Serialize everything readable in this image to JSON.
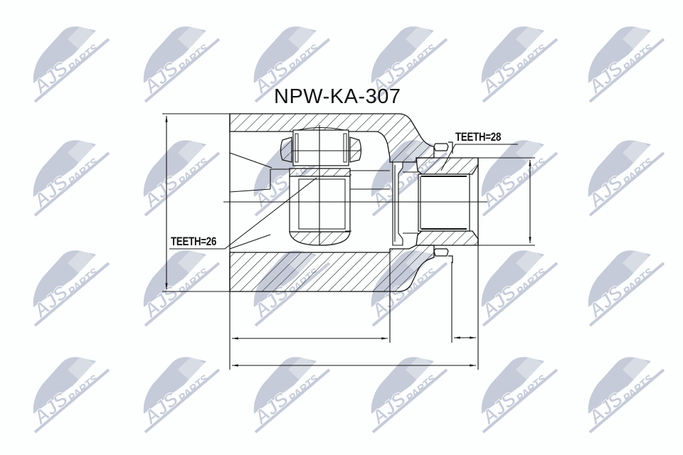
{
  "drawing": {
    "part_number": "NPW-KA-307",
    "labels": {
      "outer_teeth": "TEETH=28",
      "inner_teeth": "TEETH=26"
    },
    "watermark": {
      "brand": "AJS",
      "sub": "PARTS",
      "color": "#c5cbd8",
      "columns": [
        35,
        190,
        345,
        510,
        665,
        815
      ],
      "rows": [
        25,
        185,
        340,
        490
      ]
    },
    "colors": {
      "line": "#111111",
      "background": "#fdfefe"
    },
    "dimensions": {
      "overall_height_line": "vertical dimension left",
      "spline_diameter_line": "vertical dimension right",
      "body_length_line": "horizontal dimension lower",
      "overall_length_line": "horizontal dimension bottom",
      "stub_length_line": "horizontal dimension right-small"
    }
  }
}
